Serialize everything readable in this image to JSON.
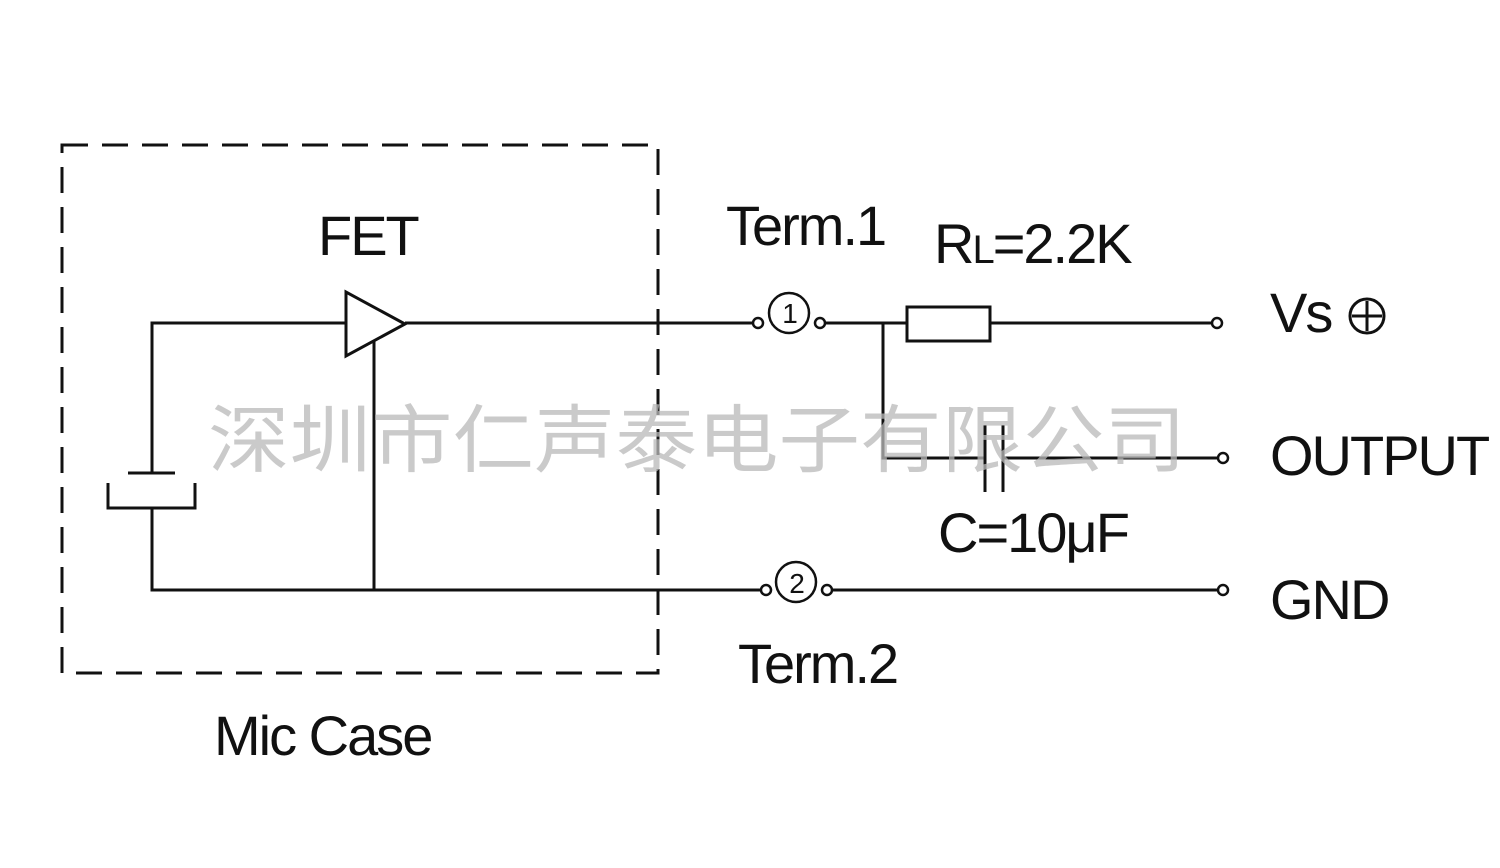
{
  "diagram": {
    "case_label": "Mic Case",
    "fet_label": "FET",
    "term1_label": "Term.1",
    "term1_number": "1",
    "term2_label": "Term.2",
    "term2_number": "2",
    "resistor_label_prefix": "R",
    "resistor_label_sub": "L",
    "resistor_label_value": "=2.2K",
    "capacitor_label": "C=10μF",
    "vs_label": "Vs",
    "plus_symbol_icon": "circled-plus",
    "output_label": "OUTPUT",
    "gnd_label": "GND"
  },
  "watermark": {
    "text": "深圳市仁声泰电子有限公司"
  }
}
